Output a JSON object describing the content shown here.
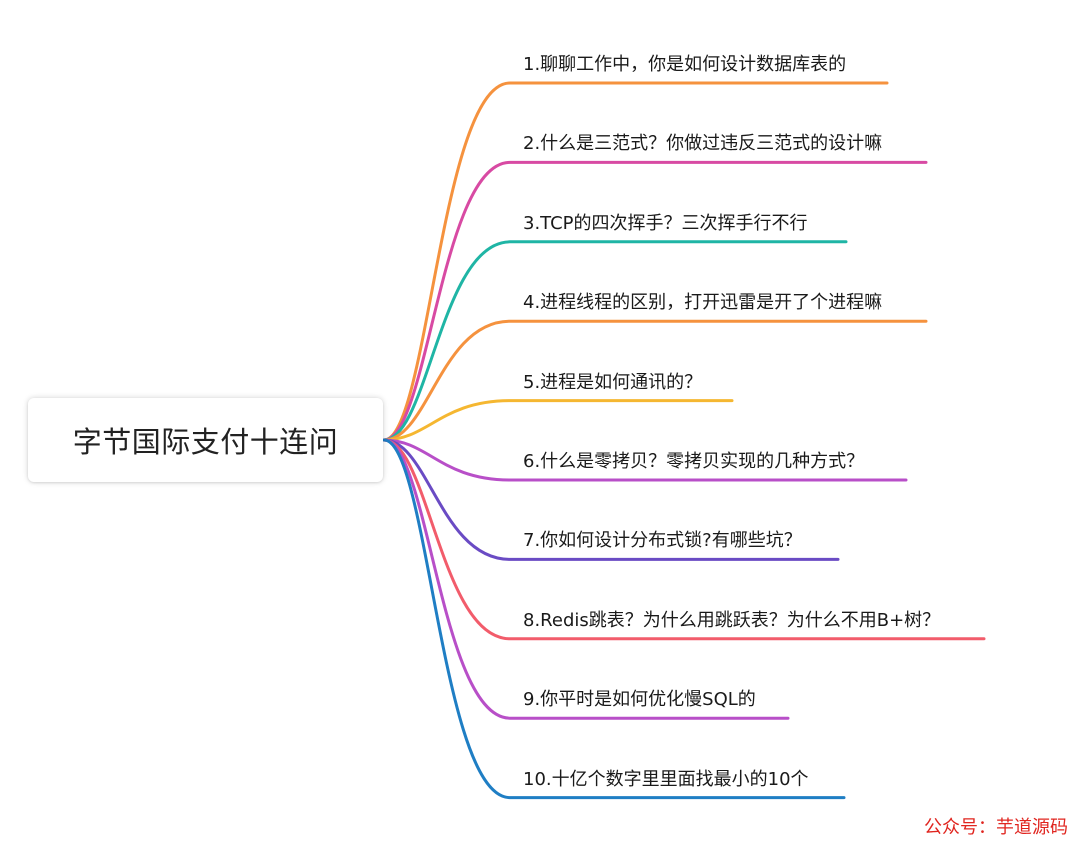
{
  "root": {
    "label": "字节国际支付十连问"
  },
  "branches": [
    {
      "label": "1.聊聊工作中，你是如何设计数据库表的",
      "color": "#f5923e"
    },
    {
      "label": "2.什么是三范式？你做过违反三范式的设计嘛",
      "color": "#d84aa3"
    },
    {
      "label": "3.TCP的四次挥手？三次挥手行不行",
      "color": "#1fb5a5"
    },
    {
      "label": "4.进程线程的区别，打开迅雷是开了个进程嘛",
      "color": "#f5923e"
    },
    {
      "label": "5.进程是如何通讯的？",
      "color": "#f5b731"
    },
    {
      "label": "6.什么是零拷贝？零拷贝实现的几种方式？",
      "color": "#b84fc8"
    },
    {
      "label": "7.你如何设计分布式锁?有哪些坑？",
      "color": "#6a4bc4"
    },
    {
      "label": "8.Redis跳表？为什么用跳跃表？为什么不用B+树？",
      "color": "#f25c6b"
    },
    {
      "label": "9.你平时是如何优化慢SQL的",
      "color": "#b84fc8"
    },
    {
      "label": "10.十亿个数字里里面找最小的10个",
      "color": "#1f7ec4"
    }
  ],
  "watermark": "公众号：芋道源码"
}
